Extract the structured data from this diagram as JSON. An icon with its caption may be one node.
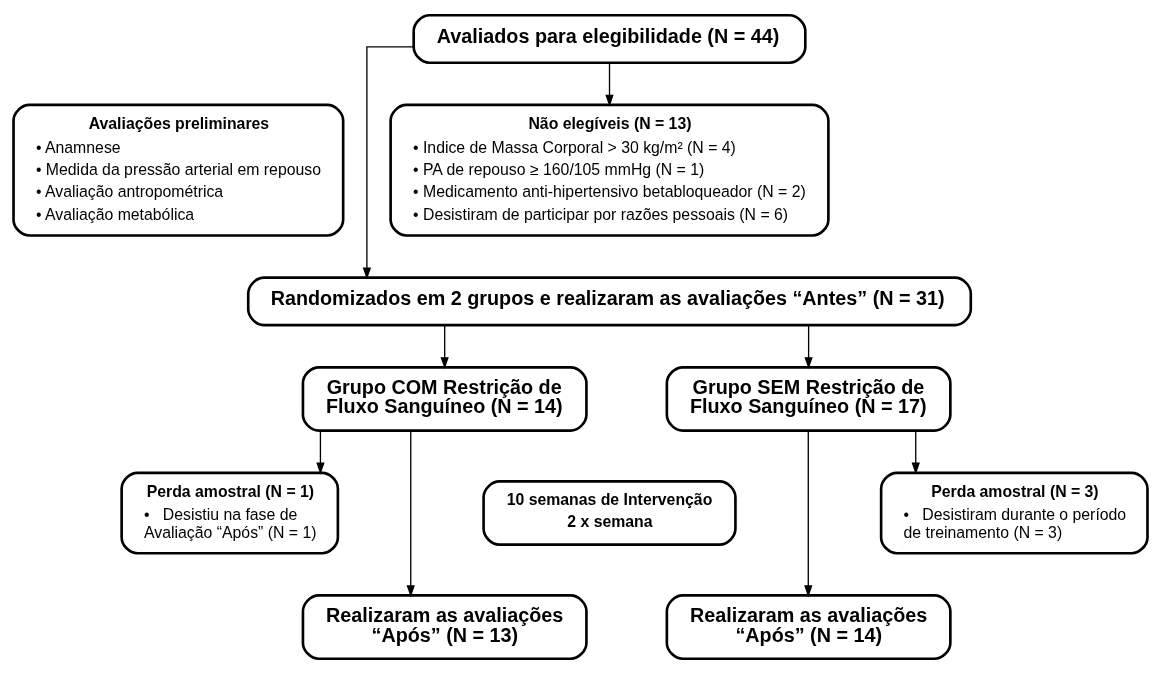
{
  "diagram": {
    "nodes": [
      {
        "text": [
          "Avaliados para elegibilidade (N = 44)"
        ]
      },
      {
        "text": [
          "Avaliações preliminares",
          "• Anamnese",
          "• Medida da pressão arterial em repouso",
          "• Avaliação antropométrica",
          "• Avaliação metabólica"
        ]
      },
      {
        "text": [
          "Não elegíveis (N = 13)",
          "• Indice de Massa Corporal > 30 kg/m² (N = 4)",
          "• PA de repouso ≥ 160/105 mmHg (N = 1)",
          "• Medicamento anti-hipertensivo betabloqueador (N = 2)",
          "• Desistiram de participar por razões pessoais (N = 6)"
        ]
      },
      {
        "text": [
          "Randomizados em 2 grupos e realizaram as avaliações “Antes” (N = 31)"
        ]
      },
      {
        "text": [
          "Grupo COM Restrição de Fluxo Sanguíneo (N = 14)"
        ]
      },
      {
        "text": [
          "Grupo SEM Restrição de Fluxo Sanguíneo (N = 17)"
        ]
      },
      {
        "text": [
          "Perda amostral (N = 1)",
          "•   Desistiu na fase de Avaliação “Após” (N = 1)"
        ]
      },
      {
        "text": [
          "10 semanas de Intervenção",
          "2 x semana"
        ]
      },
      {
        "text": [
          "Perda amostral (N = 3)",
          "•   Desistiram durante o período de treinamento (N = 3)"
        ]
      },
      {
        "text": [
          "Realizaram as avaliações “Após” (N = 13)"
        ]
      },
      {
        "text": [
          "Realizaram as avaliações “Após” (N = 14)"
        ]
      }
    ],
    "edges": [
      {
        "from": 0,
        "to": 3,
        "arrow": "to"
      },
      {
        "from": 0,
        "to": 2,
        "arrow": "to"
      },
      {
        "from": 3,
        "to": 4,
        "arrow": "to"
      },
      {
        "from": 3,
        "to": 5,
        "arrow": "to"
      },
      {
        "from": 4,
        "to": 6,
        "arrow": "to"
      },
      {
        "from": 4,
        "to": 9,
        "arrow": "to"
      },
      {
        "from": 5,
        "to": 8,
        "arrow": "to"
      },
      {
        "from": 5,
        "to": 10,
        "arrow": "to"
      }
    ]
  }
}
